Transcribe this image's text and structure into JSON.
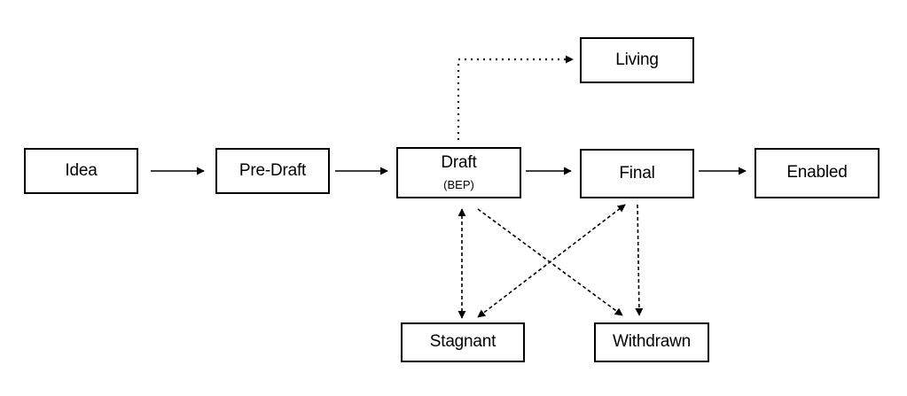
{
  "diagram": {
    "nodes": {
      "idea": {
        "label": "Idea"
      },
      "predraft": {
        "label": "Pre-Draft"
      },
      "draft": {
        "label": "Draft",
        "sublabel": "(BEP)"
      },
      "final": {
        "label": "Final"
      },
      "enabled": {
        "label": "Enabled"
      },
      "living": {
        "label": "Living"
      },
      "stagnant": {
        "label": "Stagnant"
      },
      "withdrawn": {
        "label": "Withdrawn"
      }
    },
    "edges": [
      {
        "from": "idea",
        "to": "predraft",
        "style": "solid"
      },
      {
        "from": "predraft",
        "to": "draft",
        "style": "solid"
      },
      {
        "from": "draft",
        "to": "final",
        "style": "solid"
      },
      {
        "from": "final",
        "to": "enabled",
        "style": "solid"
      },
      {
        "from": "draft",
        "to": "living",
        "style": "dotted"
      },
      {
        "from": "draft",
        "to": "stagnant",
        "style": "dotted",
        "bidirectional": true
      },
      {
        "from": "draft",
        "to": "withdrawn",
        "style": "dotted"
      },
      {
        "from": "final",
        "to": "stagnant",
        "style": "dotted",
        "bidirectional": true
      },
      {
        "from": "final",
        "to": "withdrawn",
        "style": "dotted"
      }
    ],
    "colors": {
      "stroke": "#000000",
      "fill": "#ffffff"
    }
  }
}
